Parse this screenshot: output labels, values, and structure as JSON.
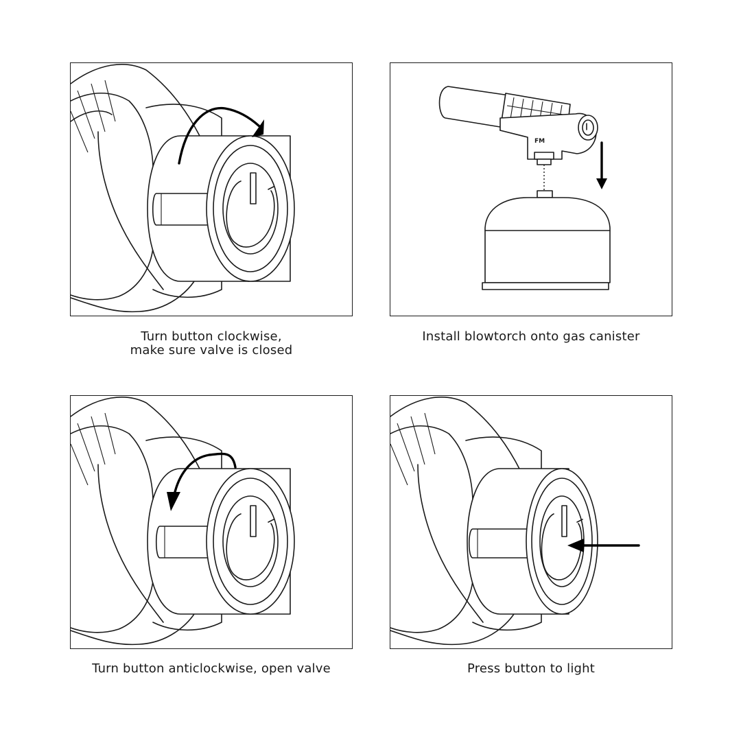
{
  "steps": [
    {
      "caption_line1": "Turn button clockwise,",
      "caption_line2": "make sure valve is closed",
      "illustration_icon": "knob-clockwise-icon"
    },
    {
      "caption_line1": "Install blowtorch onto gas canister",
      "caption_line2": "",
      "illustration_icon": "torch-canister-icon",
      "torch_label": "FM"
    },
    {
      "caption_line1": "Turn button anticlockwise, open valve",
      "caption_line2": "",
      "illustration_icon": "knob-anticlockwise-icon"
    },
    {
      "caption_line1": "Press button to light",
      "caption_line2": "",
      "illustration_icon": "knob-press-icon"
    }
  ],
  "colors": {
    "line": "#1a1a1a",
    "background": "#ffffff",
    "arrow": "#000000"
  }
}
